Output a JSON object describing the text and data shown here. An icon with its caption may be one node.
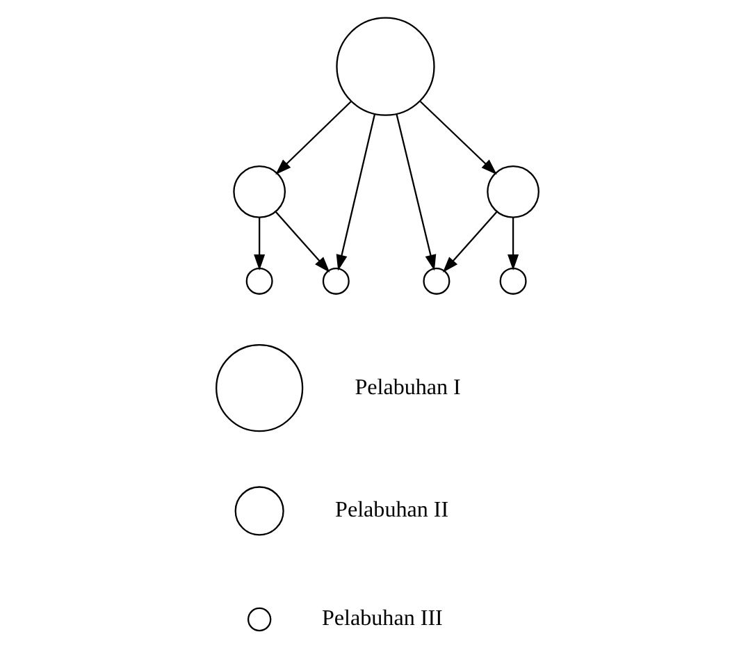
{
  "diagram": {
    "nodes": [
      {
        "text": [],
        "shape": "circle"
      },
      {
        "text": [],
        "shape": "circle"
      },
      {
        "text": [],
        "shape": "circle"
      },
      {
        "text": [],
        "shape": "circle"
      },
      {
        "text": [],
        "shape": "circle"
      },
      {
        "text": [],
        "shape": "circle"
      },
      {
        "text": [],
        "shape": "circle"
      },
      {
        "text": [],
        "shape": "circle"
      },
      {
        "text": [],
        "shape": "circle"
      },
      {
        "text": [],
        "shape": "circle"
      }
    ],
    "edges": [
      {
        "from": 0,
        "to": 1,
        "arrow": "to"
      },
      {
        "from": 0,
        "to": 4,
        "arrow": "to"
      },
      {
        "from": 0,
        "to": 5,
        "arrow": "to"
      },
      {
        "from": 0,
        "to": 2,
        "arrow": "to"
      },
      {
        "from": 1,
        "to": 3,
        "arrow": "to"
      },
      {
        "from": 1,
        "to": 4,
        "arrow": "to"
      },
      {
        "from": 2,
        "to": 5,
        "arrow": "to"
      },
      {
        "from": 2,
        "to": 6,
        "arrow": "to"
      }
    ],
    "legend": [
      {
        "text": "Pelabuhan I"
      },
      {
        "text": "Pelabuhan II"
      },
      {
        "text": "Pelabuhan III"
      }
    ]
  }
}
